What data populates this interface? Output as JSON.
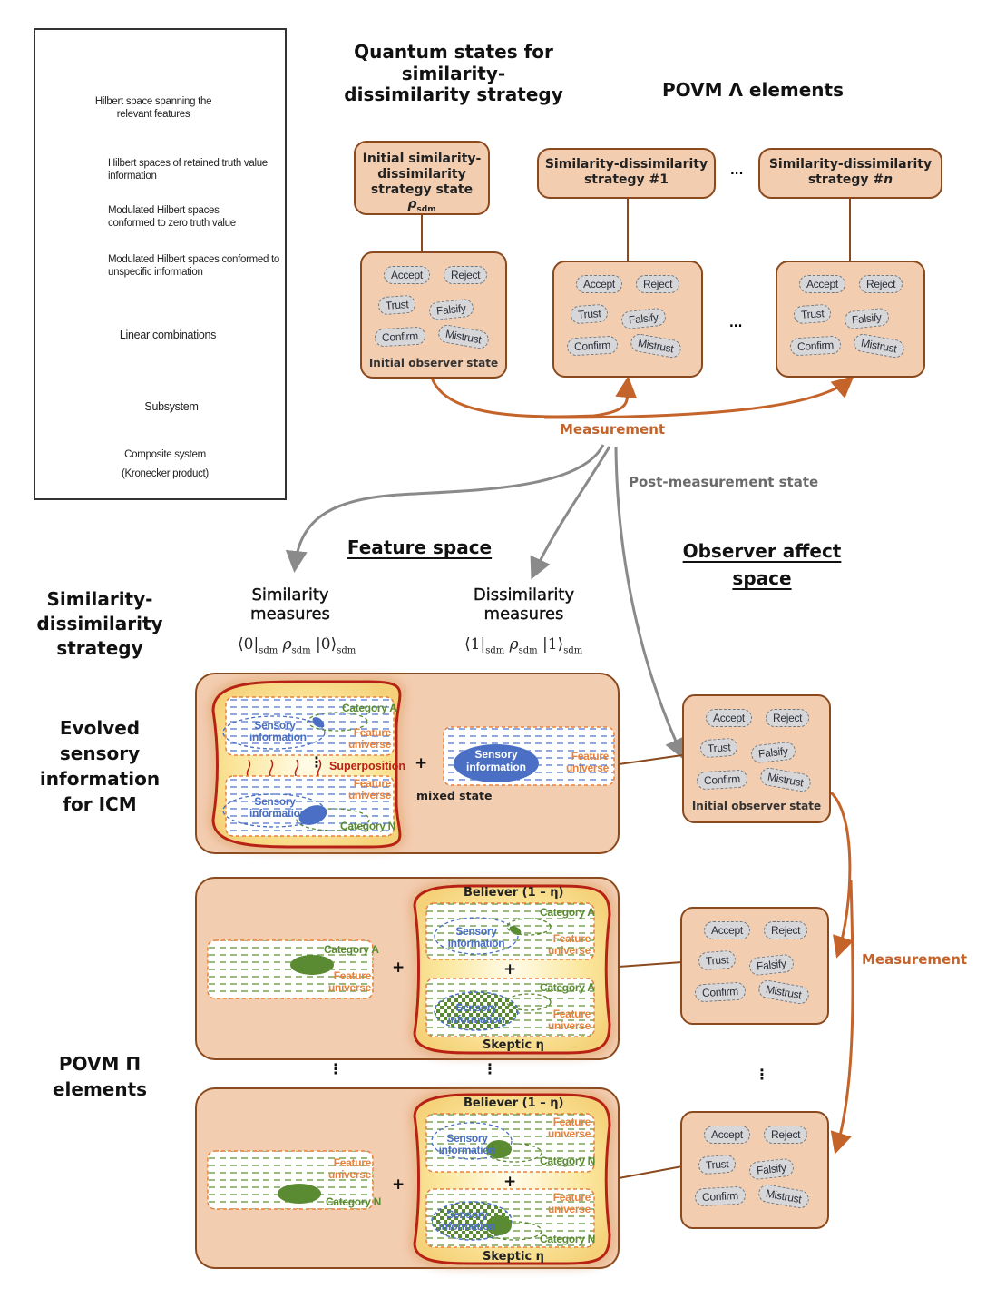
{
  "legend": {
    "hilbert_space_label": "Hilbert space spanning the relevant features",
    "retained_label": "Hilbert spaces of retained truth value information",
    "zero_truth_label": "Modulated Hilbert spaces conformed to zero truth value",
    "unspecific_label": "Modulated Hilbert spaces conformed to unspecific information",
    "linear_label": "Linear combinations",
    "subsystem_label": "Subsystem",
    "composite_line1": "Composite system",
    "composite_line2": "(Kronecker product)"
  },
  "headers": {
    "quantum_states": "Quantum states for similarity-dissimilarity strategy",
    "povm_lambda": "POVM Λ elements",
    "feature_space": "Feature space",
    "observer_affect": "Observer affect space",
    "sd_strategy": "Similarity-dissimilarity strategy",
    "evolved": "Evolved sensory information for ICM",
    "povm_pi": "POVM Π elements"
  },
  "top_nodes": {
    "initial_state_line1": "Initial similarity-",
    "initial_state_line2": "dissimilarity",
    "initial_state_line3": "strategy state ",
    "rho": "ρ",
    "rho_sub": "sdm",
    "strategy1_line1": "Similarity-dissimilarity",
    "strategy1_line2": "strategy #1",
    "strategyn_line1": "Similarity-dissimilarity",
    "strategyn_line2": "strategy #",
    "n": "n",
    "ellipsis": "..."
  },
  "observer": {
    "clouds": [
      "Accept",
      "Reject",
      "Trust",
      "Falsify",
      "Confirm",
      "Mistrust"
    ],
    "initial_caption": "Initial observer state"
  },
  "arrows": {
    "measurement": "Measurement",
    "post_measurement": "Post-measurement state"
  },
  "measures": {
    "similarity_line1": "Similarity",
    "similarity_line2": "measures",
    "similarity_bra": "⟨0|",
    "similarity_ket": "|0⟩",
    "dissimilarity_line1": "Dissimilarity",
    "dissimilarity_line2": "measures",
    "dissimilarity_bra": "⟨1|",
    "dissimilarity_ket": "|1⟩",
    "sub": "sdm",
    "rho": "ρ"
  },
  "panels": {
    "category_a": "Category A",
    "category_n": "Category N",
    "feature": "Feature",
    "universe": "universe",
    "sensory": "Sensory",
    "information": "information",
    "superposition": "Superposition",
    "mixed_state": "mixed state",
    "plus": "+",
    "believer": "Believer (1 – η)",
    "skeptic": "Skeptic η",
    "vdots": "⋮"
  },
  "colors": {
    "node_fill": "#f3cdb0",
    "node_border": "#8a4a1e",
    "measurement_arrow": "#c4642b",
    "post_arrow": "#8a8a8a",
    "blob_border": "#b82216",
    "blue": "#4a6fc4",
    "green": "#5a8a32",
    "orange_dash": "#e7823d"
  }
}
